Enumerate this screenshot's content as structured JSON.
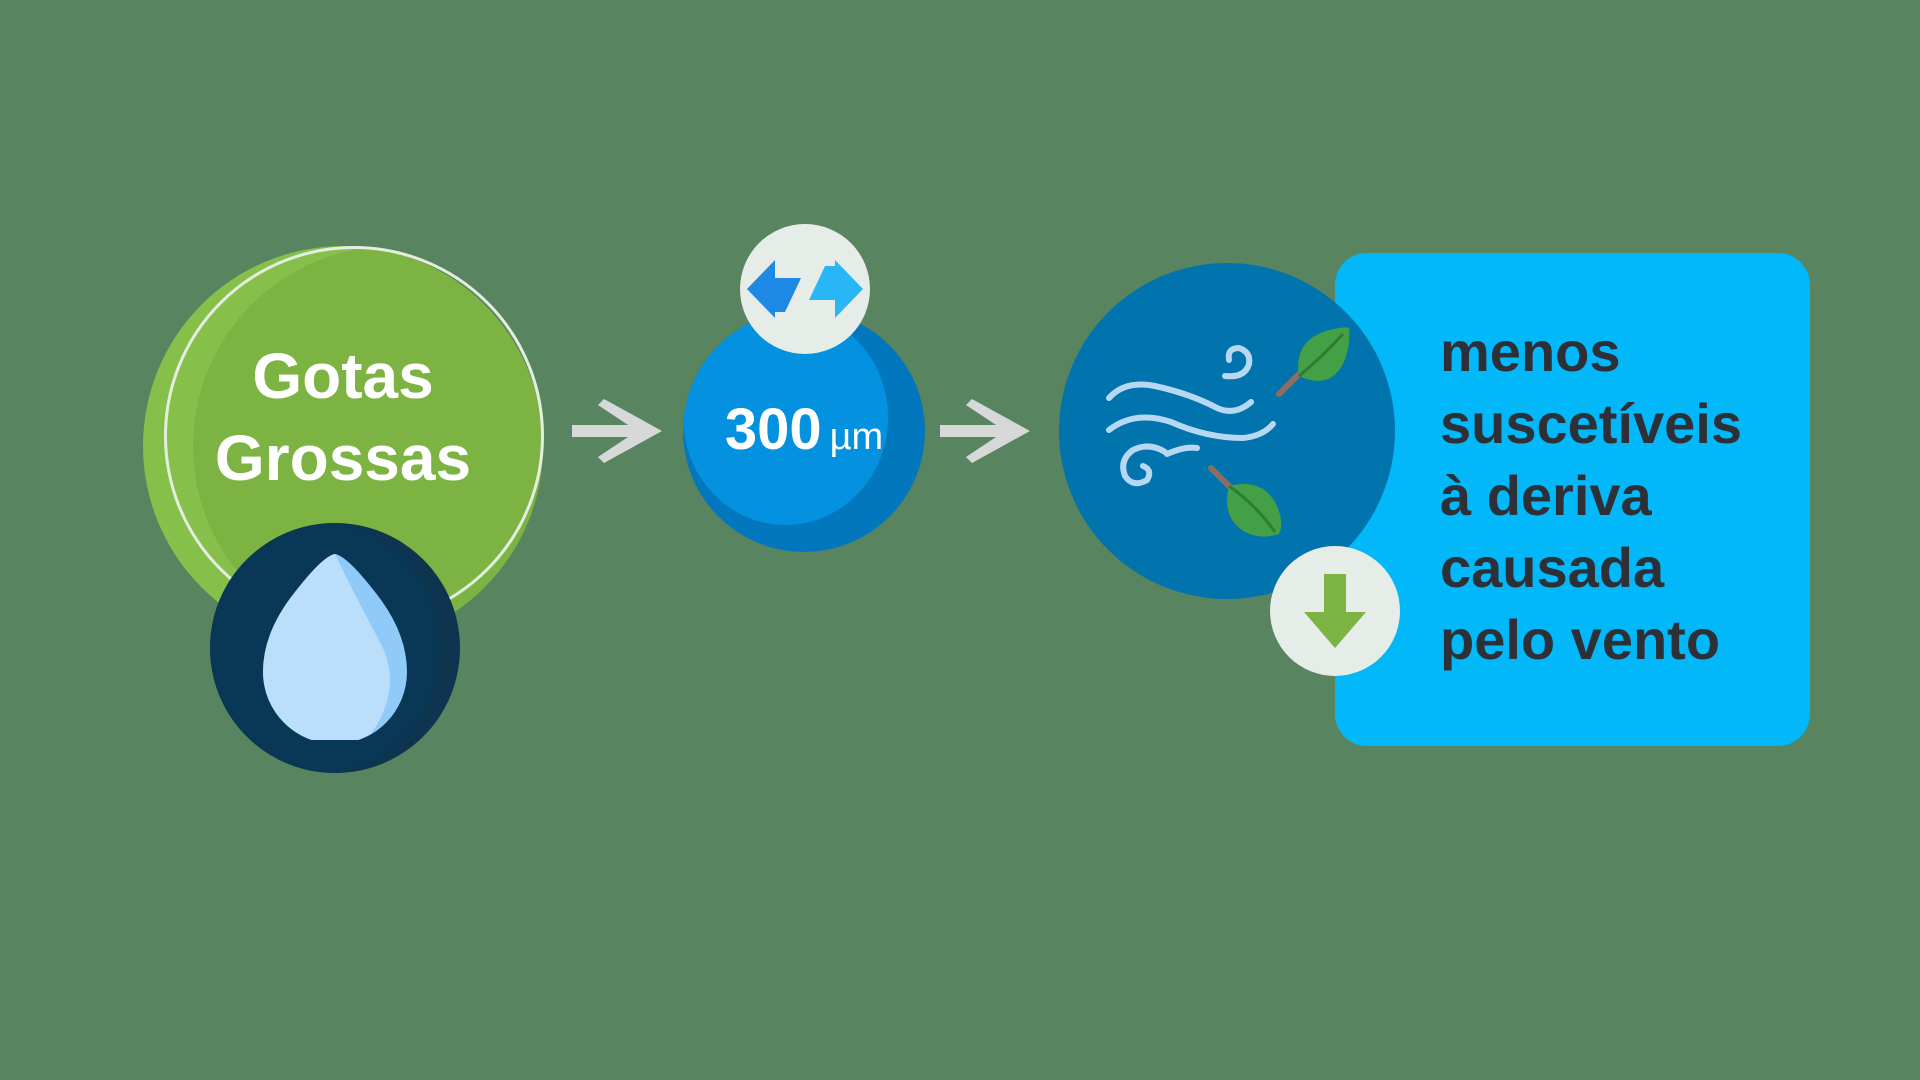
{
  "colors": {
    "background": "#58845f",
    "green_circle": "#86c04a",
    "drop_circle": "#0f344f",
    "drop": "#b9dcff",
    "size_circle": "#0391e0",
    "wind_circle": "#0173ad",
    "panel": "#02b8f9",
    "panel_text": "#2d3037",
    "badge": "#e6ece8",
    "arrows": "#d6d9d7",
    "leaf": "#43a047",
    "down_arrow": "#7cb342"
  },
  "droplet": {
    "title_line1": "Gotas",
    "title_line2": "Grossas",
    "icon": "water-drop-icon"
  },
  "size": {
    "value": "300",
    "unit": "µm",
    "badge_icon": "double-arrow-icon"
  },
  "drift": {
    "icon": "wind-icon",
    "badge_icon": "down-arrow-icon",
    "lines": [
      "menos",
      "suscetíveis",
      "à deriva",
      "causada",
      "pelo vento"
    ]
  }
}
